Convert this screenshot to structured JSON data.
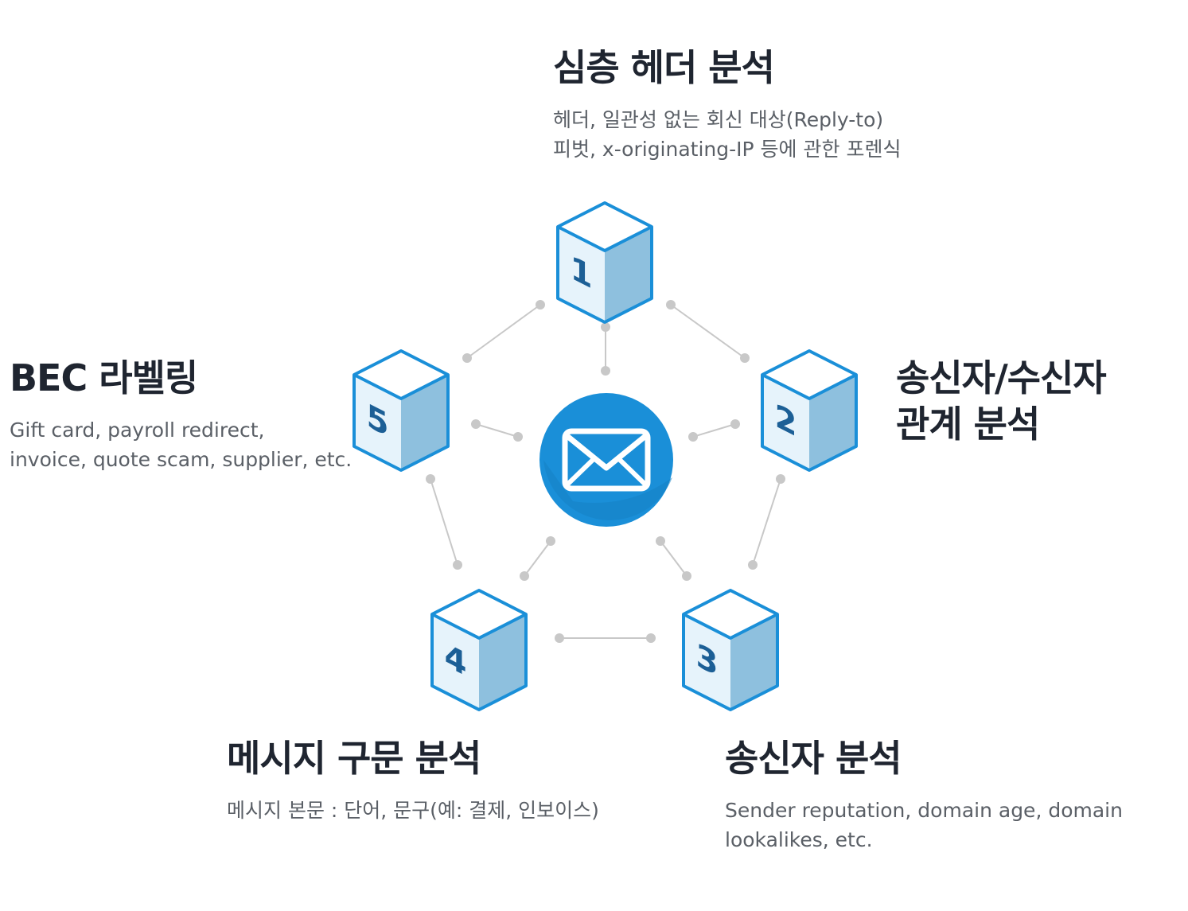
{
  "stages": [
    {
      "number": "1",
      "title": [
        "심층 헤더 분석"
      ],
      "description": [
        "헤더, 일관성 없는 회신 대상(Reply-to)",
        "피벗, x-originating-IP 등에 관한 포렌식"
      ]
    },
    {
      "number": "2",
      "title": [
        "송신자/수신자",
        "관계 분석"
      ],
      "description": []
    },
    {
      "number": "3",
      "title": [
        "송신자 분석"
      ],
      "description": [
        "Sender reputation, domain age, domain",
        "lookalikes, etc."
      ]
    },
    {
      "number": "4",
      "title": [
        "메시지 구문 분석"
      ],
      "description": [
        "메시지 본문 : 단어, 문구(예: 결제, 인보이스)"
      ]
    },
    {
      "number": "5",
      "title": [
        "BEC 라벨링"
      ],
      "description": [
        "Gift card, payroll redirect,",
        "invoice, quote scam, supplier, etc."
      ]
    }
  ],
  "center": {
    "icon": "envelope-icon"
  },
  "colors": {
    "accent": "#1a8fd8",
    "cube_top": "#ffffff",
    "cube_left": "#e6f3fb",
    "cube_right": "#8ec0de",
    "number": "#1c5f96",
    "connector": "#c8c8c8",
    "title": "#1f2530",
    "text": "#5a5f66"
  }
}
